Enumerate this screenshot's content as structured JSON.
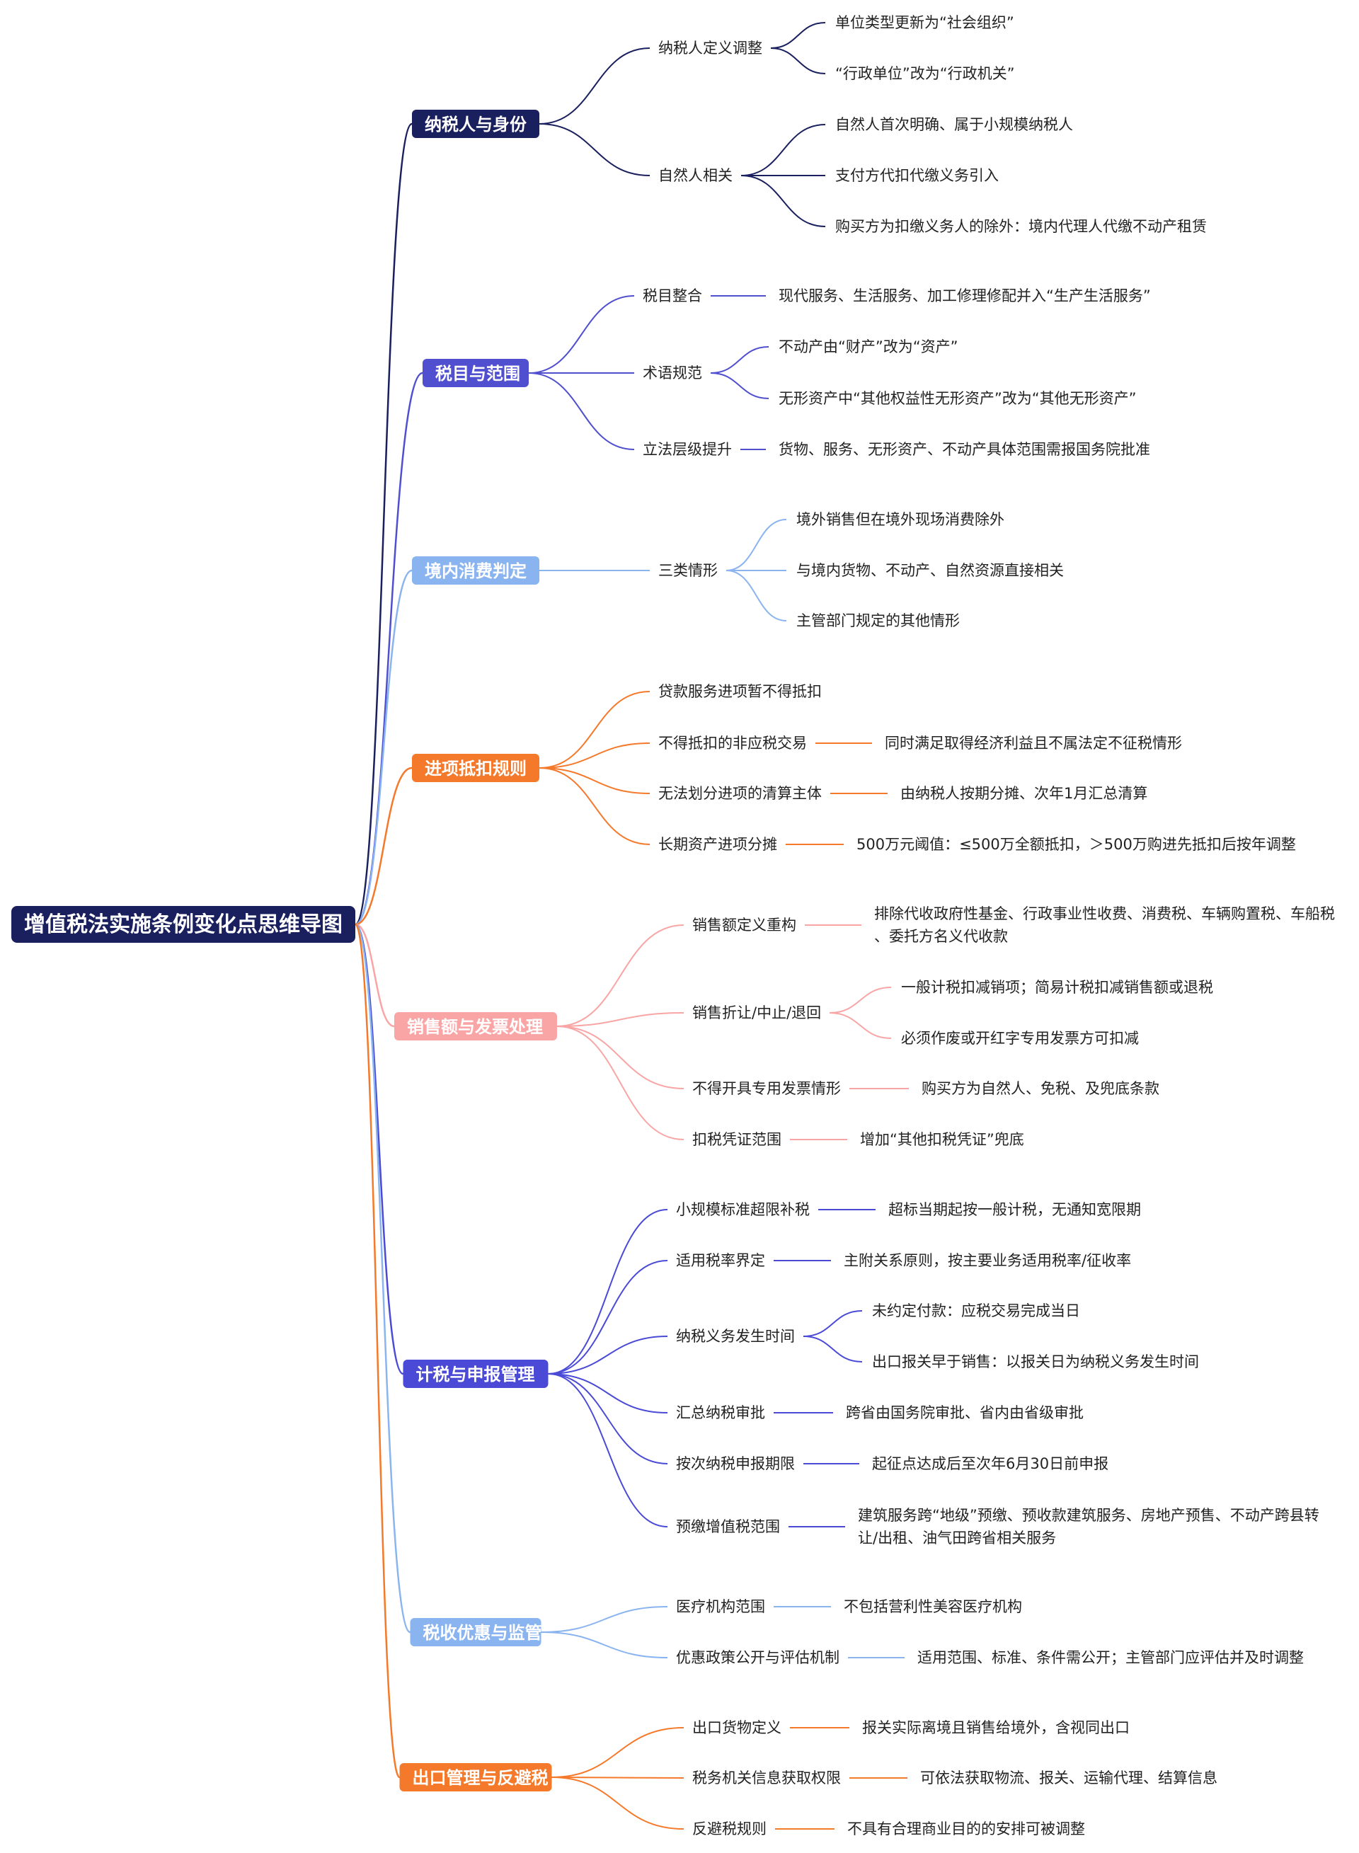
{
  "root": {
    "label": "增值税法实施条例变化点思维导图",
    "color": "#1a1f5e"
  },
  "branches": [
    {
      "label": "纳税人与身份",
      "color": "#1a1f5e",
      "children": [
        {
          "label": "纳税人定义调整",
          "children": [
            "单位类型更新为“社会组织”",
            "“行政单位”改为“行政机关”"
          ]
        },
        {
          "label": "自然人相关",
          "children": [
            "自然人首次明确、属于小规模纳税人",
            "支付方代扣代缴义务引入",
            "购买方为扣缴义务人的除外：境内代理人代缴不动产租赁"
          ]
        }
      ]
    },
    {
      "label": "税目与范围",
      "color": "#4f4fcf",
      "children": [
        {
          "label": "税目整合",
          "children": [
            "现代服务、生活服务、加工修理修配并入“生产生活服务”"
          ]
        },
        {
          "label": "术语规范",
          "children": [
            "不动产由“财产”改为“资产”",
            "无形资产中“其他权益性无形资产”改为“其他无形资产”"
          ]
        },
        {
          "label": "立法层级提升",
          "children": [
            "货物、服务、无形资产、不动产具体范围需报国务院批准"
          ]
        }
      ]
    },
    {
      "label": "境内消费判定",
      "color": "#8ab4f0",
      "children": [
        {
          "label": "三类情形",
          "children": [
            "境外销售但在境外现场消费除外",
            "与境内货物、不动产、自然资源直接相关",
            "主管部门规定的其他情形"
          ]
        }
      ]
    },
    {
      "label": "进项抵扣规则",
      "color": "#f5792a",
      "children": [
        {
          "label": "贷款服务进项暂不得抵扣",
          "children": []
        },
        {
          "label": "不得抵扣的非应税交易",
          "children": [
            "同时满足取得经济利益且不属法定不征税情形"
          ]
        },
        {
          "label": "无法划分进项的清算主体",
          "children": [
            "由纳税人按期分摊、次年1月汇总清算"
          ]
        },
        {
          "label": "长期资产进项分摊",
          "children": [
            "500万元阈值：≤500万全额抵扣，＞500万购进先抵扣后按年调整"
          ]
        }
      ]
    },
    {
      "label": "销售额与发票处理",
      "color": "#f9a5a5",
      "children": [
        {
          "label": "销售额定义重构",
          "children": [
            "排除代收政府性基金、行政事业性收费、消费税、车辆购置税、车船税、委托方名义代收款"
          ]
        },
        {
          "label": "销售折让/中止/退回",
          "children": [
            "一般计税扣减销项；简易计税扣减销售额或退税",
            "必须作废或开红字专用发票方可扣减"
          ]
        },
        {
          "label": "不得开具专用发票情形",
          "children": [
            "购买方为自然人、免税、及兜底条款"
          ]
        },
        {
          "label": "扣税凭证范围",
          "children": [
            "增加“其他扣税凭证”兜底"
          ]
        }
      ]
    },
    {
      "label": "计税与申报管理",
      "color": "#4a4ad6",
      "children": [
        {
          "label": "小规模标准超限补税",
          "children": [
            "超标当期起按一般计税，无通知宽限期"
          ]
        },
        {
          "label": "适用税率界定",
          "children": [
            "主附关系原则，按主要业务适用税率/征收率"
          ]
        },
        {
          "label": "纳税义务发生时间",
          "children": [
            "未约定付款：应税交易完成当日",
            "出口报关早于销售：以报关日为纳税义务发生时间"
          ]
        },
        {
          "label": "汇总纳税审批",
          "children": [
            "跨省由国务院审批、省内由省级审批"
          ]
        },
        {
          "label": "按次纳税申报期限",
          "children": [
            "起征点达成后至次年6月30日前申报"
          ]
        },
        {
          "label": "预缴增值税范围",
          "children": [
            "建筑服务跨“地级”预缴、预收款建筑服务、房地产预售、不动产跨县转让/出租、油气田跨省相关服务"
          ]
        }
      ]
    },
    {
      "label": "税收优惠与监管",
      "color": "#8ab4f0",
      "children": [
        {
          "label": "医疗机构范围",
          "children": [
            "不包括营利性美容医疗机构"
          ]
        },
        {
          "label": "优惠政策公开与评估机制",
          "children": [
            "适用范围、标准、条件需公开；主管部门应评估并及时调整"
          ]
        }
      ]
    },
    {
      "label": "出口管理与反避税",
      "color": "#f5792a",
      "children": [
        {
          "label": "出口货物定义",
          "children": [
            "报关实际离境且销售给境外，含视同出口"
          ]
        },
        {
          "label": "税务机关信息获取权限",
          "children": [
            "可依法获取物流、报关、运输代理、结算信息"
          ]
        },
        {
          "label": "反避税规则",
          "children": [
            "不具有合理商业目的的安排可被调整"
          ]
        }
      ]
    }
  ]
}
